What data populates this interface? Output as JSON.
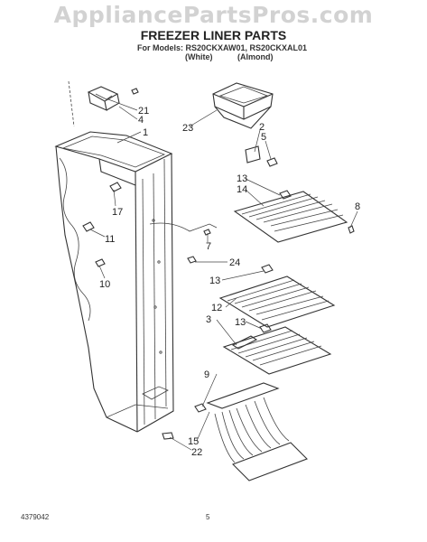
{
  "header": {
    "watermark": "AppliancePartsPros.com",
    "title": "FREEZER LINER PARTS",
    "models": "For Models: RS20CKXAW01, RS20CKXAL01",
    "variant_white": "(White)",
    "variant_almond": "(Almond)"
  },
  "callouts": {
    "c21": "21",
    "c4": "4",
    "c1": "1",
    "c23": "23",
    "c2": "2",
    "c5": "5",
    "c17": "17",
    "c13a": "13",
    "c14": "14",
    "c8": "8",
    "c11": "11",
    "c7": "7",
    "c24": "24",
    "c13b": "13",
    "c10": "10",
    "c12": "12",
    "c3": "3",
    "c13c": "13",
    "c9": "9",
    "c15": "15",
    "c22": "22"
  },
  "footer": {
    "doc_number": "4379042",
    "page_number": "5"
  }
}
